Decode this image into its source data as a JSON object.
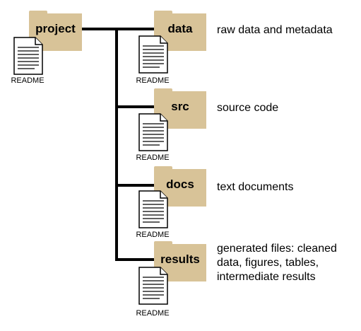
{
  "root": {
    "label": "project",
    "readme": "README"
  },
  "folders": [
    {
      "label": "data",
      "readme": "README",
      "description": "raw data and metadata"
    },
    {
      "label": "src",
      "readme": "README",
      "description": "source code"
    },
    {
      "label": "docs",
      "readme": "README",
      "description": "text documents"
    },
    {
      "label": "results",
      "readme": "README",
      "description": "generated files: cleaned\ndata, figures, tables,\nintermediate results"
    }
  ],
  "colors": {
    "folder": "#d8c398",
    "line": "#000000"
  }
}
